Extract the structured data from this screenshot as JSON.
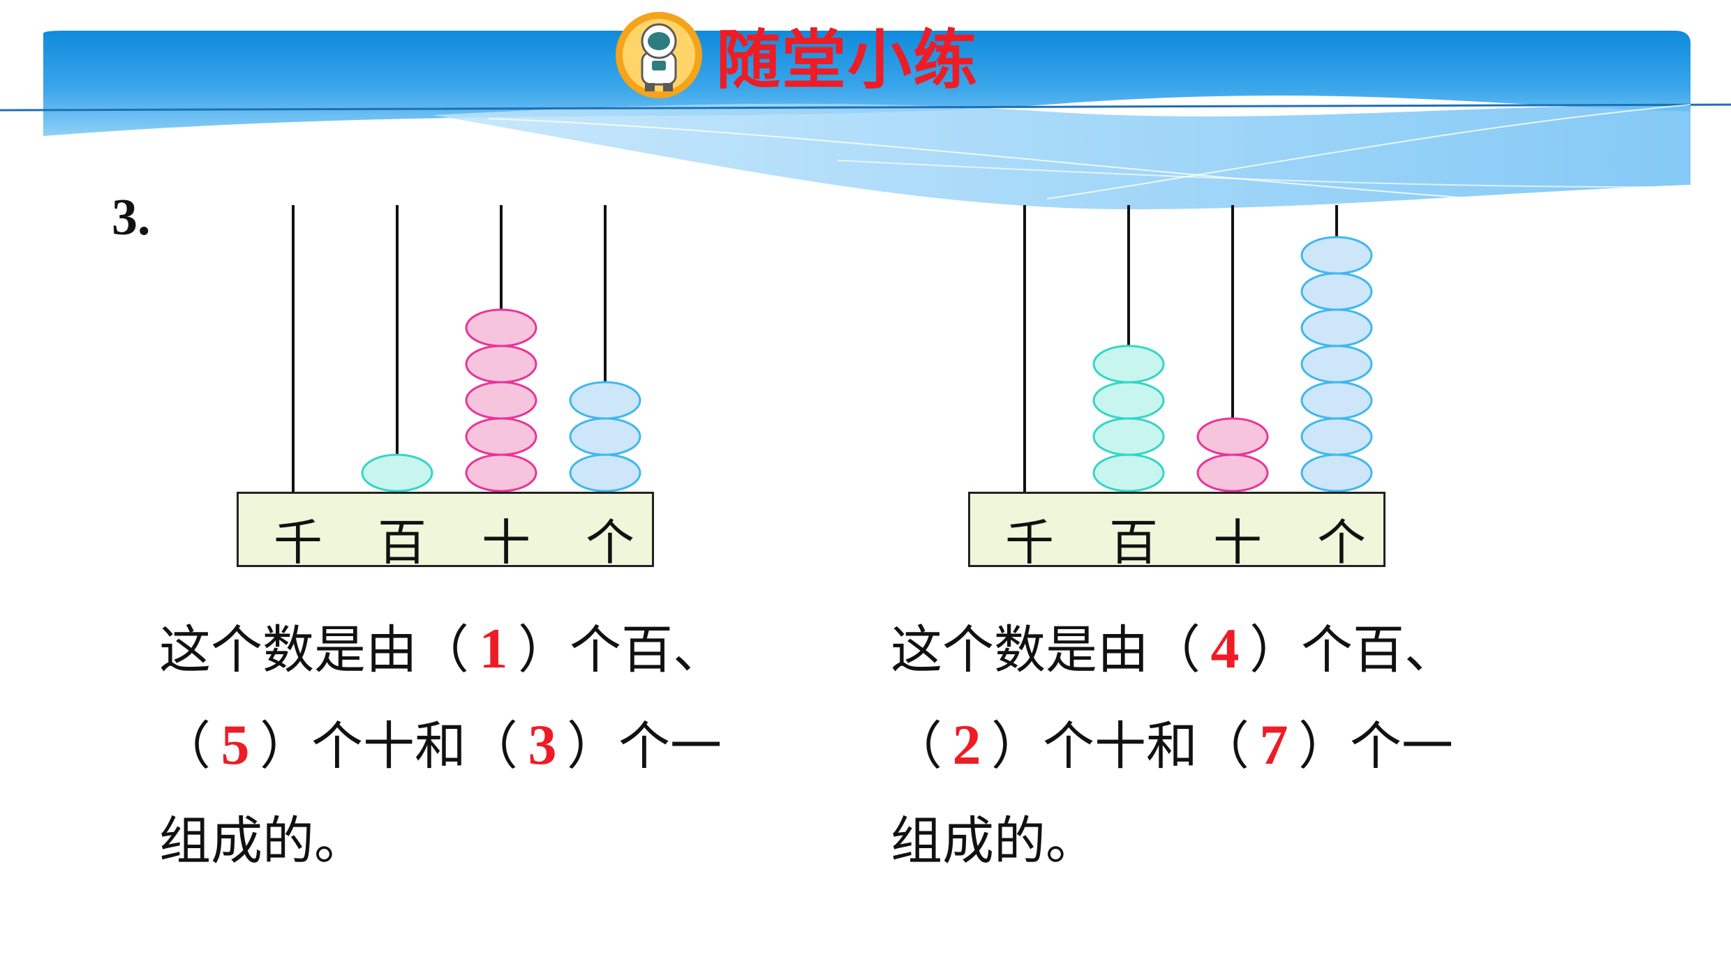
{
  "header": {
    "title": "随堂小练",
    "colors": {
      "wave_dark": "#1089d8",
      "wave_light": "#9fd3f6",
      "title": "#ee1c25",
      "badge": "#f5a31a"
    },
    "icon": "astronaut-icon"
  },
  "question": {
    "number": "3.",
    "abaci": [
      {
        "place_labels": [
          "千",
          "百",
          "十",
          "个"
        ],
        "beads": [
          0,
          1,
          5,
          3
        ],
        "bead_colors": [
          "#c8f5ee",
          "#c8f5ee",
          "#f6c4dc",
          "#cde6fa"
        ],
        "bead_strokes": [
          "#34d6c6",
          "#34d6c6",
          "#e8359a",
          "#40b8ec"
        ]
      },
      {
        "place_labels": [
          "千",
          "百",
          "十",
          "个"
        ],
        "beads": [
          0,
          4,
          2,
          7
        ],
        "bead_colors": [
          "#c8f5ee",
          "#c8f5ee",
          "#f6c4dc",
          "#cde6fa"
        ],
        "bead_strokes": [
          "#34d6c6",
          "#34d6c6",
          "#e8359a",
          "#40b8ec"
        ]
      }
    ],
    "sentences": [
      {
        "line1_prefix": "这个数是由",
        "hundreds": "1",
        "line1_suffix": "个百、",
        "tens": "5",
        "line2_mid": "个十和",
        "ones": "3",
        "line2_suffix": "个一",
        "line3": "组成的。"
      },
      {
        "line1_prefix": "这个数是由",
        "hundreds": "4",
        "line1_suffix": "个百、",
        "tens": "2",
        "line2_mid": "个十和",
        "ones": "7",
        "line2_suffix": "个一",
        "line3": "组成的。"
      }
    ],
    "paren_open": "（",
    "paren_close": "）"
  }
}
